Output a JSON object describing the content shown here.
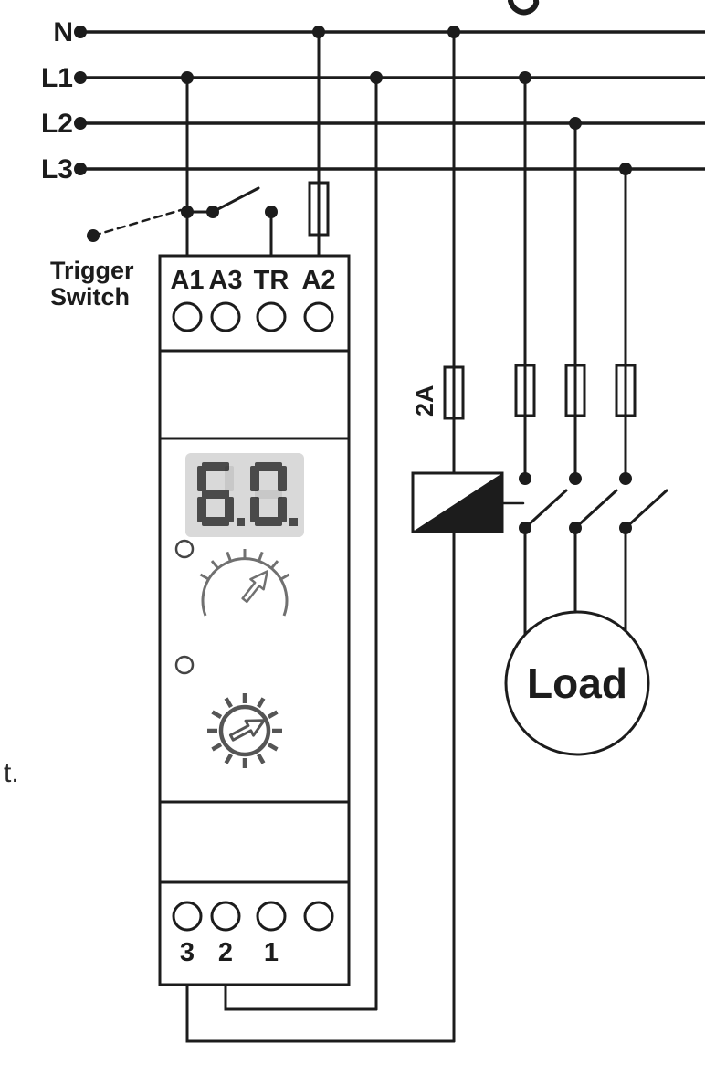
{
  "bus_lines": [
    {
      "label": "N"
    },
    {
      "label": "L1"
    },
    {
      "label": "L2"
    },
    {
      "label": "L3"
    }
  ],
  "trigger_switch": {
    "label_line1": "Trigger",
    "label_line2": "Switch"
  },
  "timer_module": {
    "top_terminals": [
      "A1",
      "A3",
      "TR",
      "A2"
    ],
    "bottom_terminals": [
      "3",
      "2",
      "1"
    ],
    "display": {
      "value": "6.0.",
      "digits": [
        {
          "char": "6",
          "dp": true
        },
        {
          "char": "0",
          "dp": true
        }
      ]
    }
  },
  "control_fuse": {
    "label": "2A"
  },
  "load": {
    "label": "Load"
  },
  "cropped_text": {
    "left_edge": "t."
  },
  "colors": {
    "wire": "#1c1c1c",
    "display_bg": "#d9d9d9",
    "digit_on": "#4a4a4a",
    "dial_gray": "#707070",
    "knob_gray": "#555555"
  }
}
